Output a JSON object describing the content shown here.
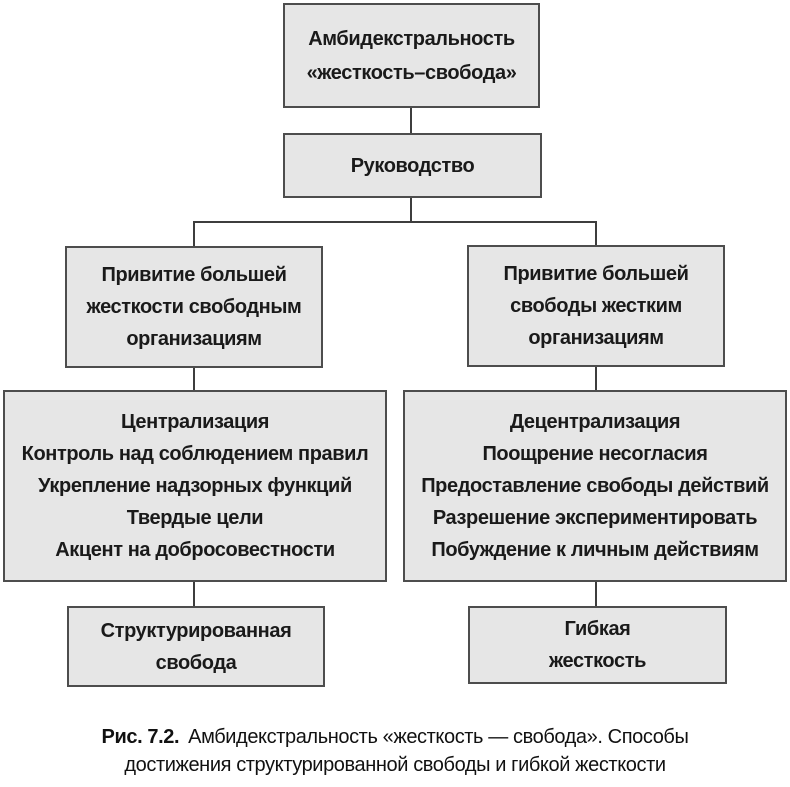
{
  "figure": {
    "nodes": {
      "ambidexterity": {
        "lines": [
          "Амбидекстральность",
          "«жесткость–свобода»"
        ]
      },
      "leadership": {
        "label": "Руководство"
      },
      "branch_left": {
        "lines": [
          "Привитие большей",
          "жесткости свободным",
          "организациям"
        ]
      },
      "branch_right": {
        "lines": [
          "Привитие большей",
          "свободы жестким",
          "организациям"
        ]
      },
      "detail_left": {
        "items": [
          "Централизация",
          "Контроль над соблюдением правил",
          "Укрепление надзорных функций",
          "Твердые цели",
          "Акцент на добросовестности"
        ]
      },
      "detail_right": {
        "items": [
          "Децентрализация",
          "Поощрение несогласия",
          "Предоставление свободы действий",
          "Разрешение экспериментировать",
          "Побуждение к личным действиям"
        ]
      },
      "result_left": {
        "lines": [
          "Структурированная",
          "свобода"
        ]
      },
      "result_right": {
        "lines": [
          "Гибкая",
          "жесткость"
        ]
      }
    },
    "caption": {
      "label": "Рис. 7.2.",
      "line1": "Амбидекстральность «жесткость — свобода». Способы",
      "line2": "достижения структурированной свободы и гибкой жесткости"
    },
    "colors": {
      "background": "#ffffff",
      "box_fill": "#e6e6e6",
      "box_border": "#4d4d4d",
      "connector": "#3d3d3d",
      "text": "#1a1a1a"
    }
  }
}
